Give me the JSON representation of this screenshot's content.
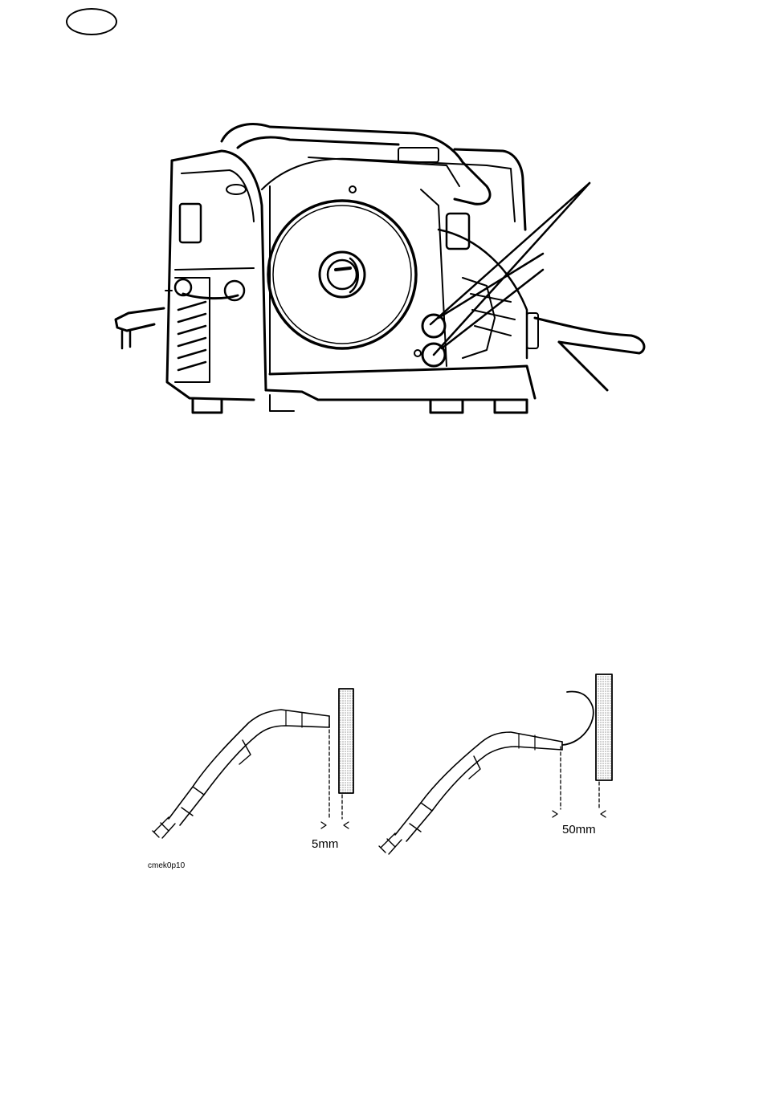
{
  "figure_bottom": {
    "code": "cmek0p10",
    "dimension_left": "5mm",
    "dimension_right": "50mm"
  },
  "colors": {
    "line": "#000000",
    "background": "#ffffff",
    "hatch": "#9a9a9a"
  },
  "icons": {
    "page_badge": "oval-badge-icon",
    "machine": "welding-machine-illustration",
    "torch": "welding-torch-illustration"
  }
}
